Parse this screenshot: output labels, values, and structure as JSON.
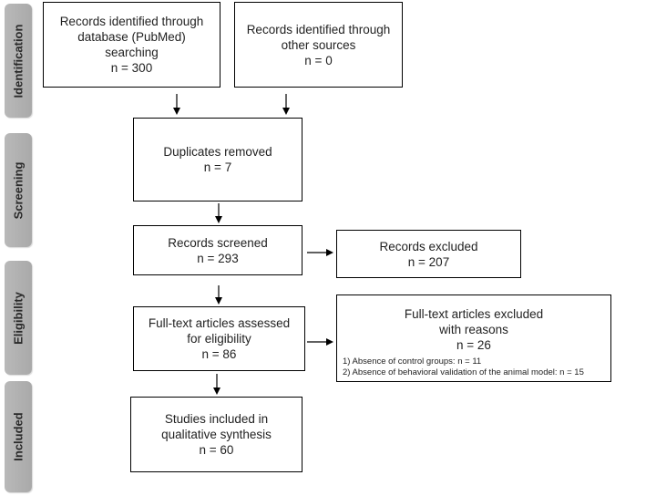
{
  "stages": {
    "identification": "Identification",
    "screening": "Screening",
    "eligibility": "Eligibility",
    "included": "Included"
  },
  "boxes": {
    "database": {
      "line1": "Records identified through",
      "line2": "database (PubMed)",
      "line3": "searching",
      "count": "n = 300"
    },
    "other_sources": {
      "line1": "Records identified through",
      "line2": "other sources",
      "count": "n = 0"
    },
    "duplicates": {
      "line1": "Duplicates removed",
      "count": "n = 7"
    },
    "screened": {
      "line1": "Records screened",
      "count": "n = 293"
    },
    "excluded": {
      "line1": "Records excluded",
      "count": "n = 207"
    },
    "fulltext": {
      "line1": "Full-text articles assessed",
      "line2": "for eligibility",
      "count": "n = 86"
    },
    "fulltext_excluded": {
      "line1": "Full-text articles excluded",
      "line2": "with reasons",
      "count": "n = 26",
      "reasons": [
        "1) Absence of control groups: n = 11",
        "2) Absence of behavioral  validation of the animal model: n = 15"
      ]
    },
    "included": {
      "line1": "Studies included in",
      "line2": "qualitative synthesis",
      "count": "n = 60"
    }
  }
}
